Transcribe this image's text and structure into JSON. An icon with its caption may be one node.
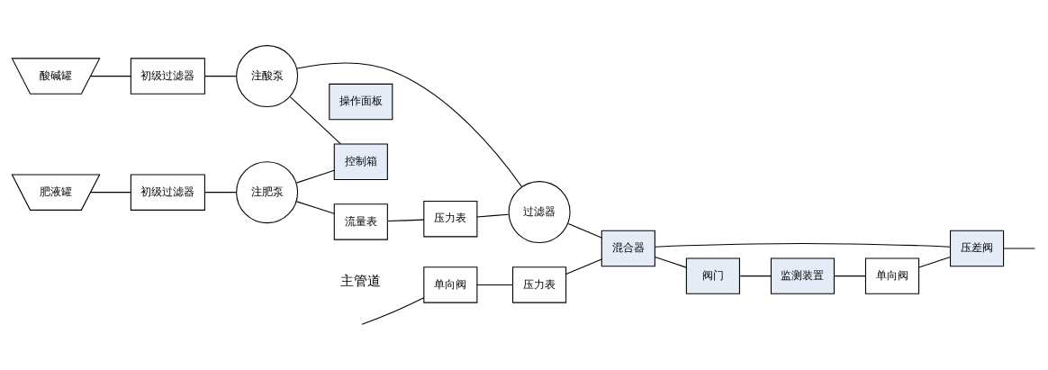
{
  "diagram": {
    "nodes": [
      {
        "text": [
          "单向阀"
        ]
      },
      {
        "text": [
          "压力表"
        ]
      },
      {
        "text": [
          "过滤器"
        ]
      },
      {
        "text": [
          "混合器"
        ]
      },
      {
        "text": [
          "压差阀"
        ]
      },
      {
        "text": [
          "单向阀"
        ]
      },
      {
        "text": [
          "阀门"
        ]
      },
      {
        "text": [
          "监测装置"
        ]
      },
      {
        "text": [
          "初级过滤器"
        ]
      },
      {
        "text": [
          "肥液罐"
        ]
      },
      {
        "text": [
          "注肥泵"
        ]
      },
      {
        "text": [
          "流量表"
        ]
      },
      {
        "text": [
          "压力表"
        ]
      },
      {
        "text": [
          "初级过滤器"
        ]
      },
      {
        "text": [
          "酸碱罐"
        ]
      },
      {
        "text": [
          "注酸泵"
        ]
      },
      {
        "text": [
          "操作面板"
        ]
      },
      {
        "text": [
          "控制箱"
        ]
      }
    ],
    "edges": [
      {
        "from": null,
        "to": 0,
        "arrow": "none"
      },
      {
        "from": 0,
        "to": 1,
        "arrow": "none"
      },
      {
        "from": 1,
        "to": 3,
        "arrow": "none"
      },
      {
        "from": 2,
        "to": 3,
        "arrow": "none"
      },
      {
        "from": 3,
        "to": 4,
        "arrow": "none"
      },
      {
        "from": 4,
        "to": null,
        "arrow": "none"
      },
      {
        "from": 3,
        "to": 6,
        "arrow": "none"
      },
      {
        "from": 6,
        "to": 7,
        "arrow": "none"
      },
      {
        "from": 7,
        "to": 5,
        "arrow": "none"
      },
      {
        "from": 5,
        "to": 4,
        "arrow": "none"
      },
      {
        "from": 9,
        "to": 8,
        "arrow": "none"
      },
      {
        "from": 8,
        "to": 10,
        "arrow": "none"
      },
      {
        "from": 10,
        "to": 11,
        "arrow": "none"
      },
      {
        "from": 11,
        "to": 12,
        "arrow": "none"
      },
      {
        "from": 12,
        "to": 2,
        "arrow": "none"
      },
      {
        "from": 10,
        "to": 17,
        "arrow": "none"
      },
      {
        "from": 14,
        "to": 13,
        "arrow": "none"
      },
      {
        "from": 13,
        "to": 15,
        "arrow": "none"
      },
      {
        "from": 15,
        "to": 2,
        "arrow": "none"
      },
      {
        "from": 15,
        "to": 17,
        "arrow": "none"
      }
    ],
    "labels": [
      "主管道"
    ]
  }
}
